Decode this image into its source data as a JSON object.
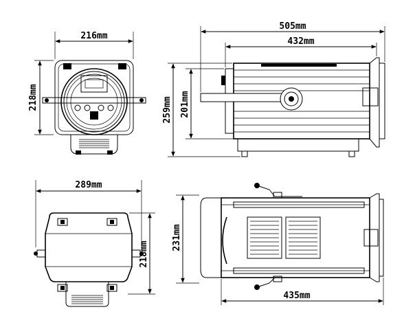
{
  "dimensions": {
    "front_width": "216mm",
    "front_height": "218mm",
    "side_length_total": "505mm",
    "side_length_body": "432mm",
    "side_height_total": "259mm",
    "side_height_body": "201mm",
    "rear_width": "289mm",
    "rear_height": "218mm",
    "top_width": "231mm",
    "top_length": "435mm"
  }
}
